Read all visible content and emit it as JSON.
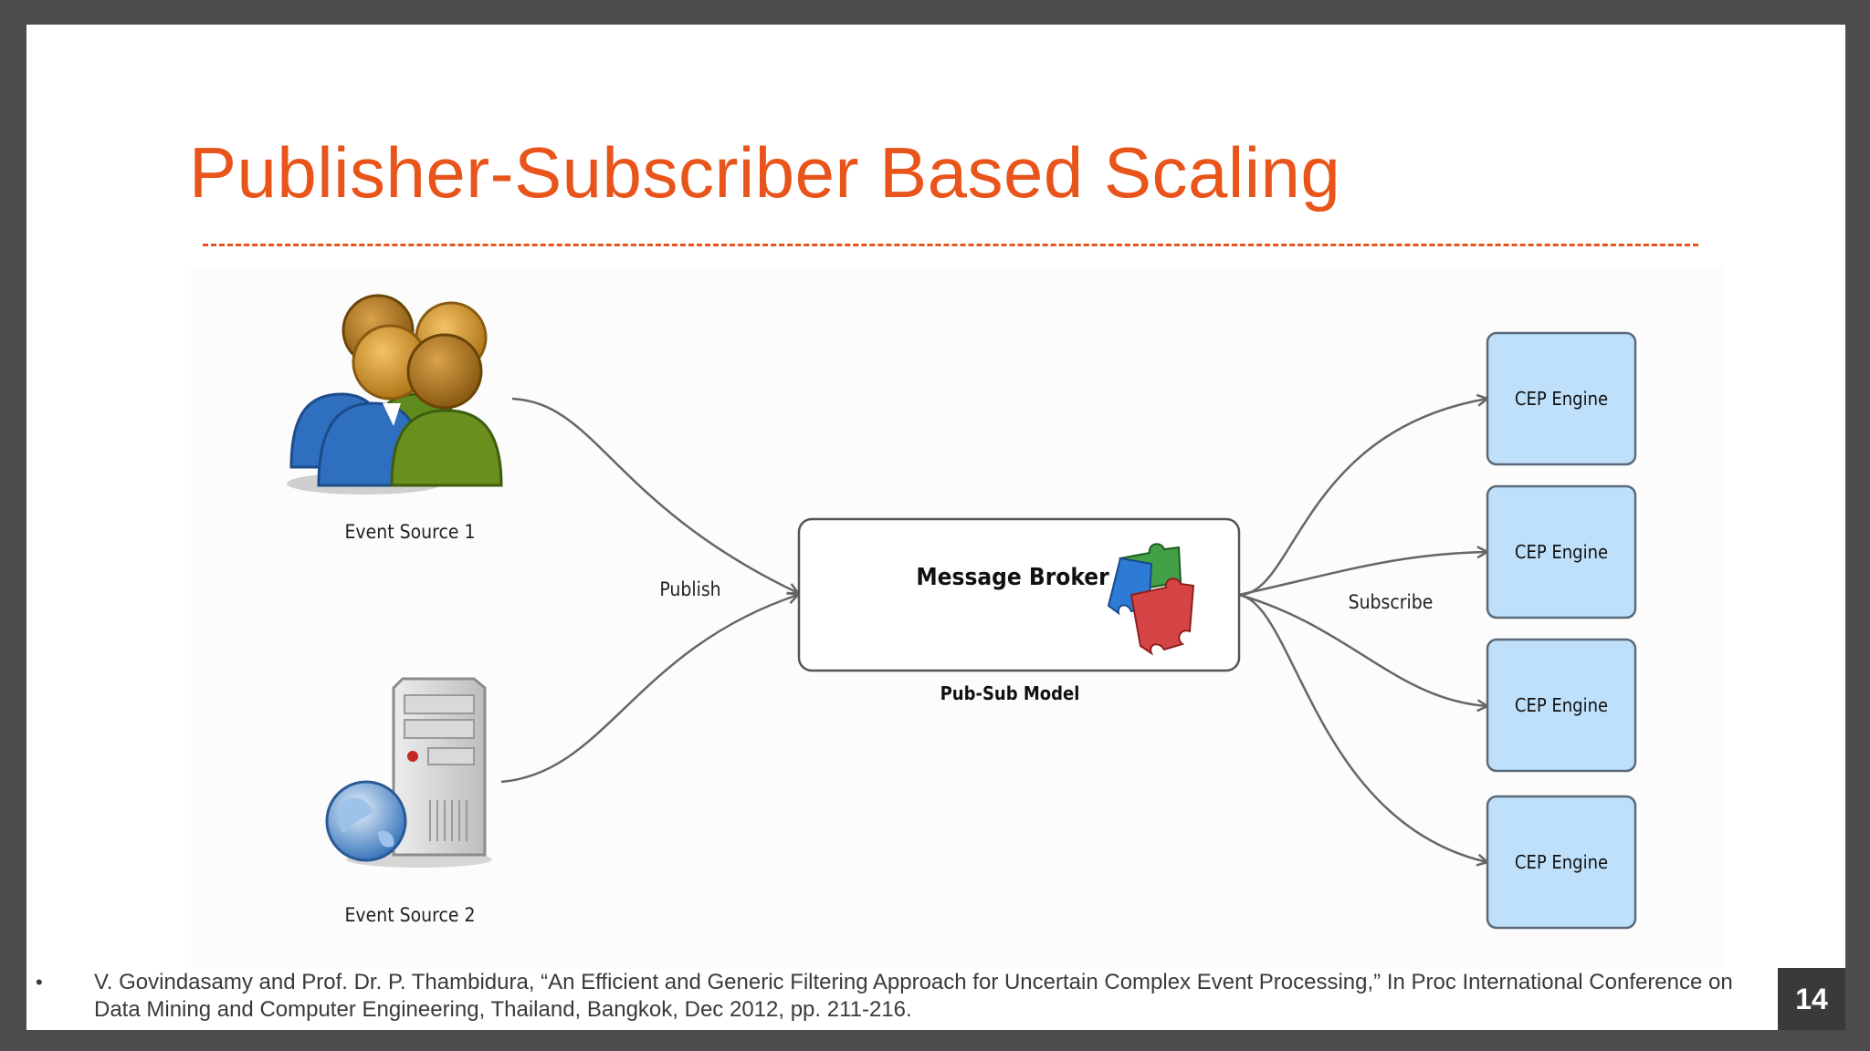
{
  "slide": {
    "title": "Publisher-Subscriber Based Scaling",
    "page_number": "14",
    "accent_color": "#e8541a"
  },
  "diagram": {
    "sources": [
      {
        "label": "Event Source 1",
        "icon": "users-group-icon"
      },
      {
        "label": "Event Source 2",
        "icon": "server-globe-icon"
      }
    ],
    "publish_label": "Publish",
    "broker": {
      "label": "Message Broker",
      "icon": "puzzle-pieces-icon"
    },
    "broker_caption": "Pub-Sub Model",
    "subscribe_label": "Subscribe",
    "engines": [
      "CEP Engine",
      "CEP Engine",
      "CEP Engine",
      "CEP Engine"
    ],
    "engine_color": "#bfe0fa"
  },
  "citation": {
    "bullet": "•",
    "text": "V. Govindasamy and Prof. Dr. P. Thambidura, “An Efficient and Generic Filtering Approach for Uncertain Complex Event Processing,” In Proc International Conference on Data Mining and Computer Engineering, Thailand, Bangkok, Dec 2012, pp. 211-216."
  }
}
